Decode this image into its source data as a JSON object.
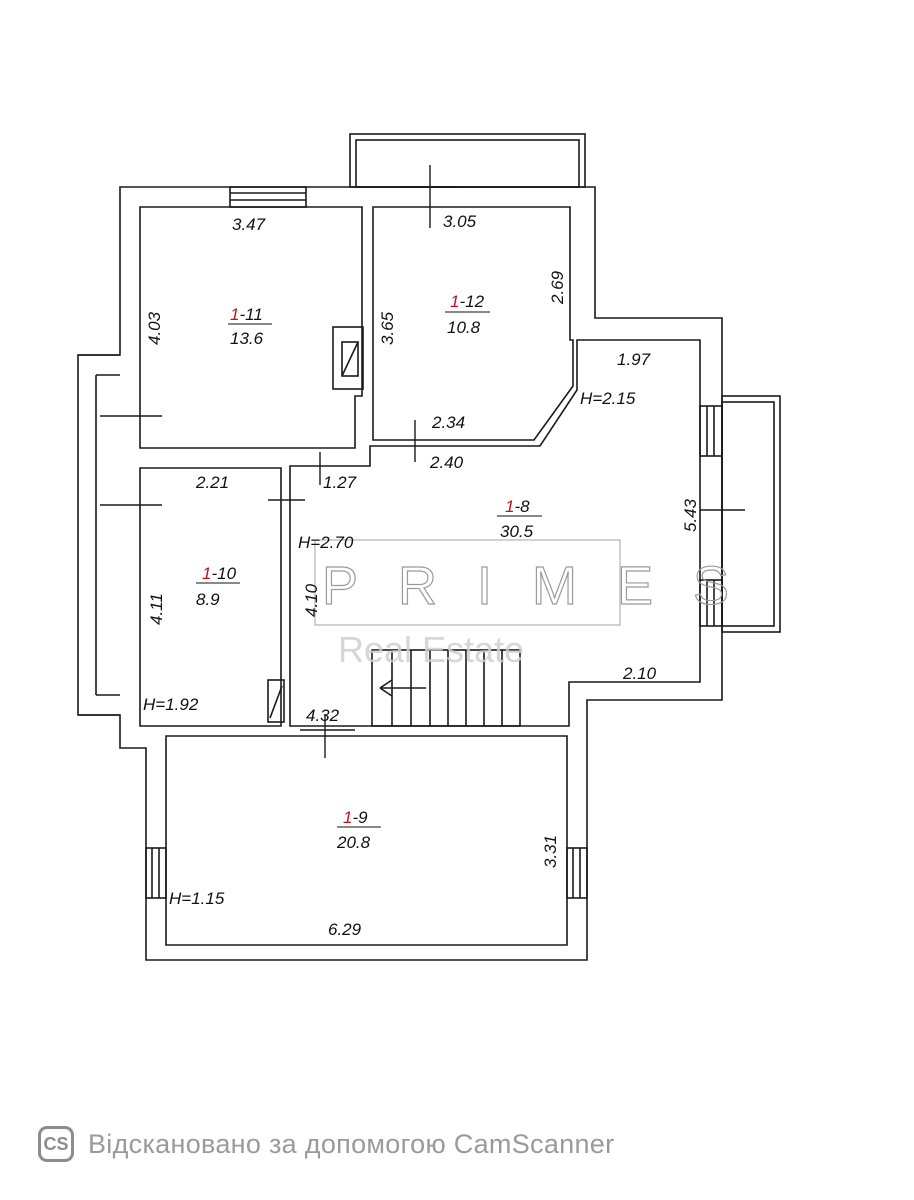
{
  "rooms": [
    {
      "code_prefix": "1",
      "code_suffix": "-11",
      "area": "13.6"
    },
    {
      "code_prefix": "1",
      "code_suffix": "-12",
      "area": "10.8"
    },
    {
      "code_prefix": "1",
      "code_suffix": "-10",
      "area": "8.9"
    },
    {
      "code_prefix": "1",
      "code_suffix": "-8",
      "area": "30.5"
    },
    {
      "code_prefix": "1",
      "code_suffix": "-9",
      "area": "20.8"
    }
  ],
  "dimensions": {
    "d_3_47": "3.47",
    "d_4_03": "4.03",
    "d_3_05": "3.05",
    "d_3_65": "3.65",
    "d_2_69": "2.69",
    "d_2_34": "2.34",
    "d_2_40": "2.40",
    "d_1_97": "1.97",
    "d_2_21": "2.21",
    "d_1_27": "1.27",
    "d_4_11": "4.11",
    "d_4_10": "4.10",
    "d_5_43": "5.43",
    "d_2_10": "2.10",
    "d_4_32": "4.32",
    "d_3_31": "3.31",
    "d_6_29": "6.29"
  },
  "heights": {
    "h_2_15": "H=2.15",
    "h_2_70": "H=2.70",
    "h_1_92": "H=1.92",
    "h_1_15": "H=1.15"
  },
  "watermark": {
    "main": "PRIMES",
    "sub": "Real Estate"
  },
  "footer": {
    "logo": "CS",
    "text": "Відскановано за допомогою CamScanner"
  },
  "colors": {
    "line": "#1a1a1a",
    "room_code_accent": "#c0121b",
    "watermark": "#9a9a9a"
  }
}
